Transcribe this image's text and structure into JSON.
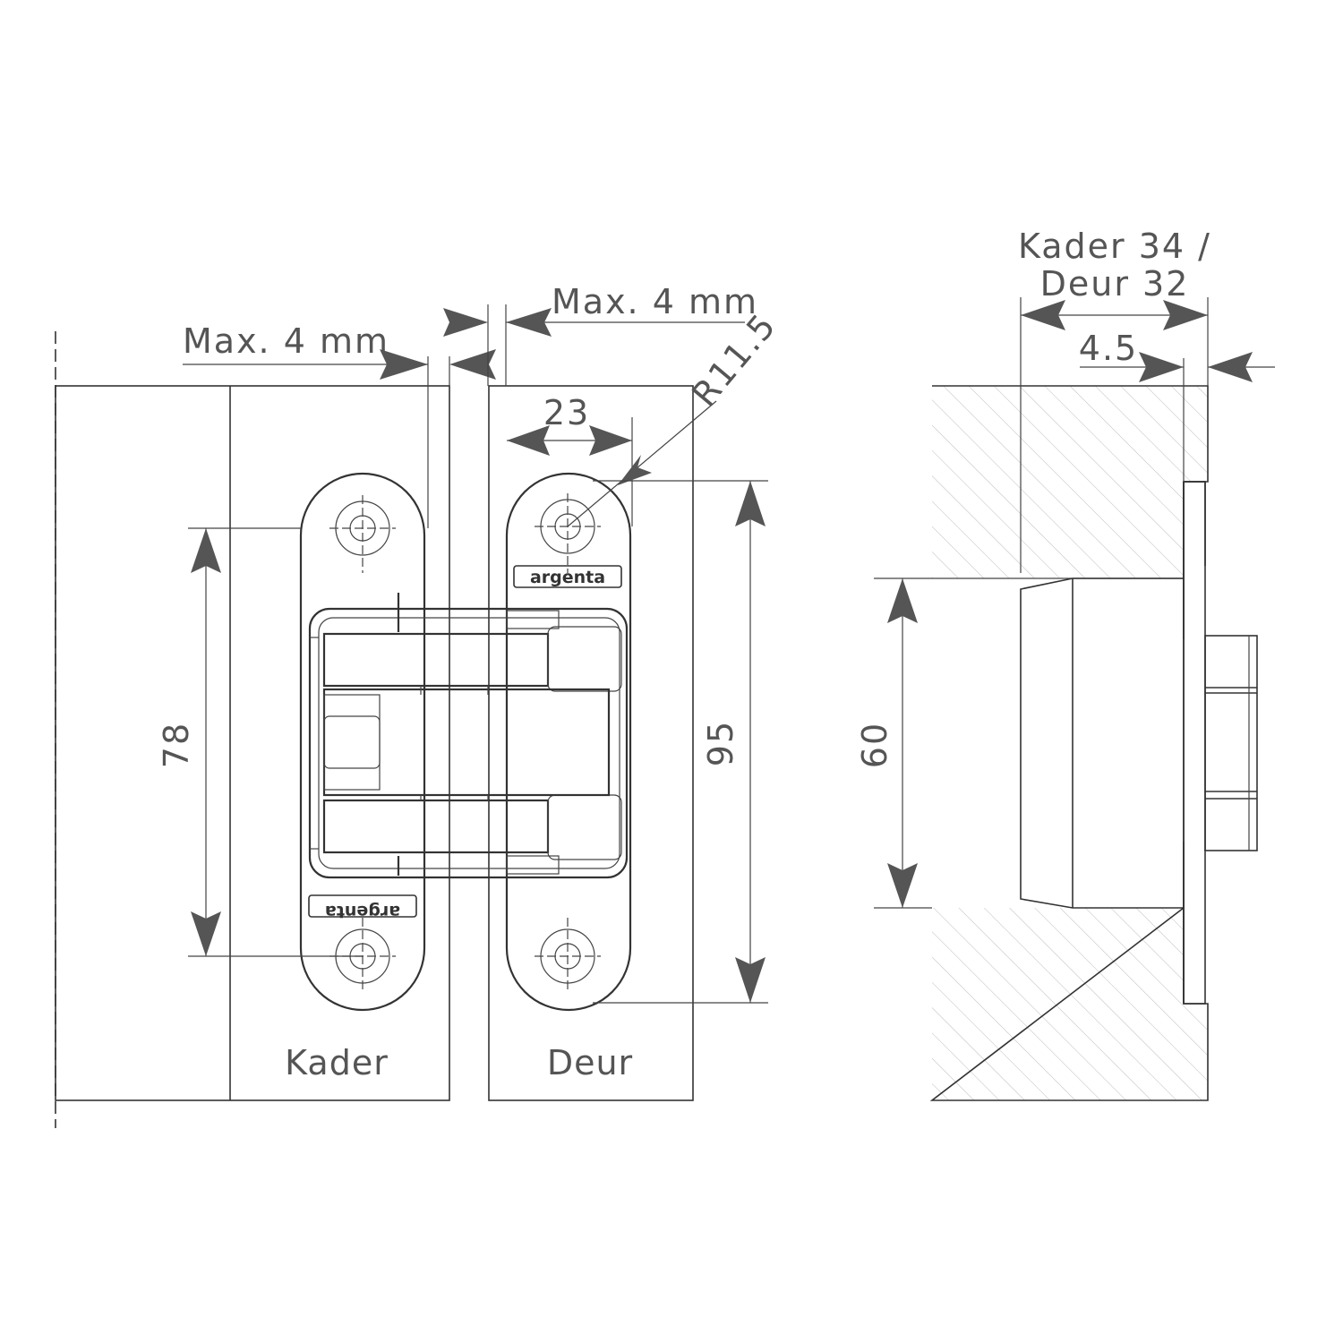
{
  "labels": {
    "frame": "Kader",
    "door": "Deur",
    "gap_left": "Max. 4 mm",
    "gap_right": "Max. 4 mm",
    "radius": "R11.5",
    "width_23": "23",
    "height_78": "78",
    "height_95": "95",
    "height_60": "60",
    "thickness_line1": "Kader 34 /",
    "thickness_line2": "Deur 32",
    "offset_45": "4.5",
    "brand_top": "argenta",
    "brand_bottom": "argenta"
  },
  "colors": {
    "line": "#333333",
    "text": "#555555",
    "hatch": "#bdbdbd"
  }
}
